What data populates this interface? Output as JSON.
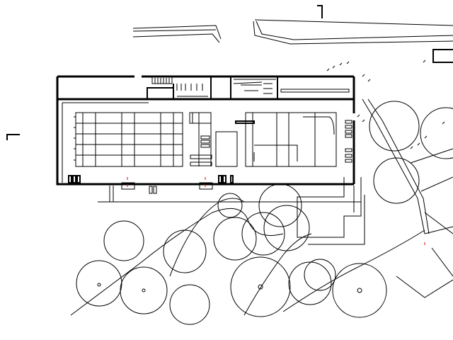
{
  "drawing": {
    "type": "site-plan",
    "colors": {
      "line": "#000000",
      "marker": "#e00000",
      "background": "#ffffff"
    }
  },
  "trees": [
    {
      "id": 1
    },
    {
      "id": 2
    },
    {
      "id": 3
    },
    {
      "id": 4
    },
    {
      "id": 5
    },
    {
      "id": 6
    },
    {
      "id": 7
    },
    {
      "id": 8
    },
    {
      "id": 9
    },
    {
      "id": 10
    },
    {
      "id": 11
    },
    {
      "id": 12
    },
    {
      "id": 13
    },
    {
      "id": 14
    },
    {
      "id": 15
    },
    {
      "id": 16
    },
    {
      "id": 17
    }
  ]
}
